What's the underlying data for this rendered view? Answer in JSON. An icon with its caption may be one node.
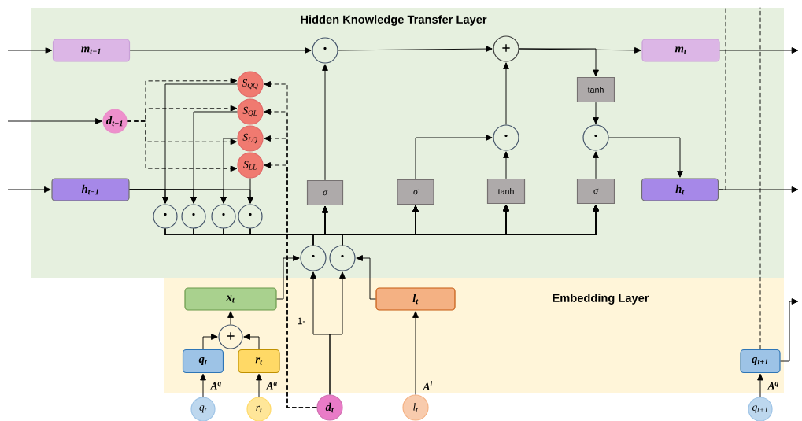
{
  "diagram": {
    "nodes": [
      {
        "text": [
          "Hidden Knowledge Transfer Layer"
        ]
      },
      {
        "text": [
          "Embedding Layer"
        ]
      },
      {
        "text": [
          "m$_{t−1}$"
        ],
        "in": 0
      },
      {
        "text": [
          "d$_{t−1}$"
        ],
        "in": 0
      },
      {
        "text": [
          "h$_{t−1}$"
        ],
        "in": 0
      },
      {
        "text": [
          "S$_{QQ}$"
        ],
        "in": 0
      },
      {
        "text": [
          "S$_{QL}$"
        ],
        "in": 0
      },
      {
        "text": [
          "S$_{LQ}$"
        ],
        "in": 0
      },
      {
        "text": [
          "S$_{LL}$"
        ],
        "in": 0
      },
      {
        "text": [
          "·"
        ],
        "in": 0
      },
      {
        "text": [
          "·"
        ],
        "in": 0
      },
      {
        "text": [
          "·"
        ],
        "in": 0
      },
      {
        "text": [
          "·"
        ],
        "in": 0
      },
      {
        "text": [
          "·"
        ],
        "in": 0
      },
      {
        "text": [
          "σ"
        ],
        "in": 0
      },
      {
        "text": [
          "+"
        ],
        "in": 0
      },
      {
        "text": [
          "σ"
        ],
        "in": 0
      },
      {
        "text": [
          "·"
        ],
        "in": 0
      },
      {
        "text": [
          "tanh"
        ],
        "in": 0
      },
      {
        "text": [
          "tanh"
        ],
        "in": 0
      },
      {
        "text": [
          "·"
        ],
        "in": 0
      },
      {
        "text": [
          "σ"
        ],
        "in": 0
      },
      {
        "text": [
          "m$_{t}$"
        ],
        "in": 0
      },
      {
        "text": [
          "h$_{t}$"
        ],
        "in": 0
      },
      {
        "text": [
          "·"
        ],
        "in": 0
      },
      {
        "text": [
          "·"
        ],
        "in": 0
      },
      {
        "text": [
          "x$_{t}$"
        ],
        "in": 1
      },
      {
        "text": [
          "l$_{t}$"
        ],
        "in": 1
      },
      {
        "text": [
          "+"
        ],
        "in": 1
      },
      {
        "text": [
          "q$_{t}$"
        ],
        "in": 1
      },
      {
        "text": [
          "r$_{t}$"
        ],
        "in": 1
      },
      {
        "text": [
          "q$_{t}$"
        ]
      },
      {
        "text": [
          "r$_{t}$"
        ]
      },
      {
        "text": [
          "d$_{t}$"
        ]
      },
      {
        "text": [
          "l$_{t}$"
        ]
      },
      {
        "text": [
          "q$_{t+1}$"
        ],
        "in": 1
      },
      {
        "text": [
          "q$_{t+1}$"
        ]
      }
    ],
    "edges": [
      {
        "from": null,
        "to": 2,
        "arrow": "to"
      },
      {
        "from": null,
        "to": 3,
        "arrow": "to"
      },
      {
        "from": null,
        "to": 4,
        "arrow": "to"
      },
      {
        "from": 2,
        "to": 13,
        "arrow": "to"
      },
      {
        "from": 14,
        "to": 13,
        "arrow": "to"
      },
      {
        "from": 13,
        "to": 15,
        "arrow": "to"
      },
      {
        "from": 16,
        "to": 17,
        "arrow": "to"
      },
      {
        "from": 18,
        "to": 17,
        "arrow": "to"
      },
      {
        "from": 17,
        "to": 15,
        "arrow": "to"
      },
      {
        "from": 15,
        "to": 22,
        "arrow": "to"
      },
      {
        "from": 15,
        "to": 19,
        "arrow": "to"
      },
      {
        "from": 19,
        "to": 20,
        "arrow": "to"
      },
      {
        "from": 21,
        "to": 20,
        "arrow": "to"
      },
      {
        "from": 20,
        "to": 23,
        "arrow": "to"
      },
      {
        "from": 22,
        "to": null,
        "arrow": "to"
      },
      {
        "from": 23,
        "to": null,
        "arrow": "to"
      },
      {
        "from": 23,
        "to": null,
        "arrow": "none",
        "style": "dashed"
      },
      {
        "from": 35,
        "to": 0,
        "arrow": "none",
        "style": "dashed"
      },
      {
        "from": 35,
        "to": null,
        "arrow": "to"
      },
      {
        "from": 3,
        "to": 5,
        "arrow": "to",
        "style": "dashed"
      },
      {
        "from": 3,
        "to": 6,
        "arrow": "to",
        "style": "dashed"
      },
      {
        "from": 3,
        "to": 7,
        "arrow": "to",
        "style": "dashed"
      },
      {
        "from": 3,
        "to": 8,
        "arrow": "to",
        "style": "dashed"
      },
      {
        "from": 33,
        "to": 5,
        "arrow": "to",
        "style": "dashed"
      },
      {
        "from": 33,
        "to": 6,
        "arrow": "to",
        "style": "dashed"
      },
      {
        "from": 33,
        "to": 7,
        "arrow": "to",
        "style": "dashed"
      },
      {
        "from": 33,
        "to": 8,
        "arrow": "to",
        "style": "dashed"
      },
      {
        "from": 5,
        "to": 9,
        "arrow": "to"
      },
      {
        "from": 6,
        "to": 10,
        "arrow": "to"
      },
      {
        "from": 7,
        "to": 11,
        "arrow": "to"
      },
      {
        "from": 8,
        "to": 12,
        "arrow": "to"
      },
      {
        "from": 4,
        "to": 9,
        "arrow": "to"
      },
      {
        "from": 4,
        "to": 10,
        "arrow": "to"
      },
      {
        "from": 4,
        "to": 11,
        "arrow": "to"
      },
      {
        "from": 4,
        "to": 12,
        "arrow": "to"
      },
      {
        "from": 9,
        "to": 14,
        "arrow": "to"
      },
      {
        "from": 9,
        "to": 16,
        "arrow": "to"
      },
      {
        "from": 9,
        "to": 18,
        "arrow": "to"
      },
      {
        "from": 9,
        "to": 21,
        "arrow": "to"
      },
      {
        "from": 10,
        "to": 14,
        "arrow": "to"
      },
      {
        "from": 10,
        "to": 16,
        "arrow": "to"
      },
      {
        "from": 10,
        "to": 18,
        "arrow": "to"
      },
      {
        "from": 10,
        "to": 21,
        "arrow": "to"
      },
      {
        "from": 11,
        "to": 14,
        "arrow": "to"
      },
      {
        "from": 11,
        "to": 16,
        "arrow": "to"
      },
      {
        "from": 11,
        "to": 18,
        "arrow": "to"
      },
      {
        "from": 11,
        "to": 21,
        "arrow": "to"
      },
      {
        "from": 12,
        "to": 14,
        "arrow": "to"
      },
      {
        "from": 12,
        "to": 16,
        "arrow": "to"
      },
      {
        "from": 12,
        "to": 18,
        "arrow": "to"
      },
      {
        "from": 12,
        "to": 21,
        "arrow": "to"
      },
      {
        "from": 24,
        "to": 14,
        "arrow": "to"
      },
      {
        "from": 24,
        "to": 16,
        "arrow": "to"
      },
      {
        "from": 24,
        "to": 18,
        "arrow": "to"
      },
      {
        "from": 24,
        "to": 21,
        "arrow": "to"
      },
      {
        "from": 25,
        "to": 14,
        "arrow": "to"
      },
      {
        "from": 25,
        "to": 16,
        "arrow": "to"
      },
      {
        "from": 25,
        "to": 18,
        "arrow": "to"
      },
      {
        "from": 25,
        "to": 21,
        "arrow": "to"
      },
      {
        "from": 26,
        "to": 24,
        "arrow": "to"
      },
      {
        "from": 27,
        "to": 25,
        "arrow": "to"
      },
      {
        "from": 33,
        "to": 24,
        "arrow": "to",
        "label": "1-"
      },
      {
        "from": 33,
        "to": 25,
        "arrow": "to"
      },
      {
        "from": 29,
        "to": 28,
        "arrow": "to"
      },
      {
        "from": 30,
        "to": 28,
        "arrow": "to"
      },
      {
        "from": 28,
        "to": 26,
        "arrow": "to"
      },
      {
        "from": 31,
        "to": 29,
        "arrow": "to",
        "label": "A$^{q}$"
      },
      {
        "from": 32,
        "to": 30,
        "arrow": "to",
        "label": "A$^{a}$"
      },
      {
        "from": 34,
        "to": 27,
        "arrow": "to",
        "label": "A$^{l}$"
      },
      {
        "from": 36,
        "to": 35,
        "arrow": "to",
        "label": "A$^{q}$"
      }
    ]
  }
}
